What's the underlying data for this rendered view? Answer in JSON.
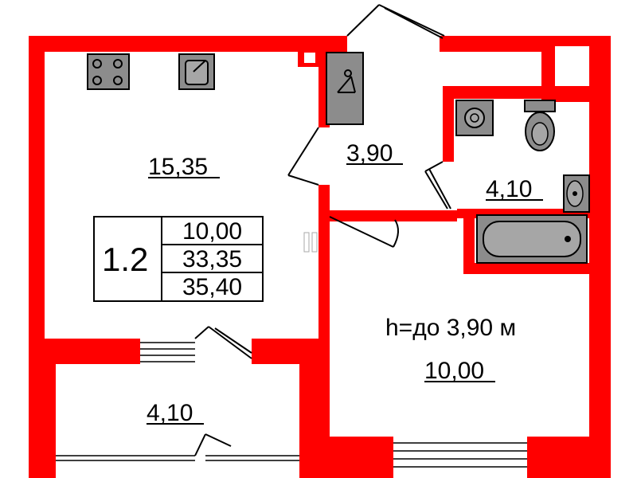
{
  "rooms": {
    "kitchen_area": "15,35",
    "hall_area": "3,90",
    "bath_area": "4,10",
    "balcony_area": "4,10",
    "living_area": "10,00",
    "ceiling_height": "h=до 3,90 м"
  },
  "summary": {
    "apartment_no": "1.2",
    "living": "10,00",
    "total_without_balcony": "33,35",
    "total": "35,40"
  },
  "colors": {
    "wall": "#ff0000",
    "fixture": "#8c8c8c"
  },
  "icons": [
    "stove-icon",
    "sink-icon",
    "hanger-icon",
    "washer-icon",
    "toilet-icon",
    "washbasin-icon",
    "bathtub-icon"
  ]
}
